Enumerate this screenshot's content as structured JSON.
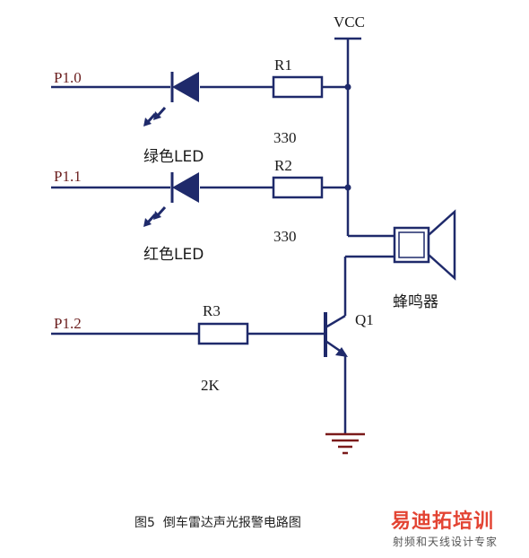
{
  "labels": {
    "vcc": "VCC",
    "p10": "P1.0",
    "p11": "P1.1",
    "p12": "P1.2",
    "r1": "R1",
    "r1_value": "330",
    "r2": "R2",
    "r2_value": "330",
    "r3": "R3",
    "r3_value": "2K",
    "q1": "Q1",
    "green_led": "绿色LED",
    "red_led": "红色LED",
    "buzzer": "蜂鸣器"
  },
  "caption": {
    "figure": "图5",
    "title": "倒车雷达声光报警电路图"
  },
  "watermark": {
    "title": "易迪拓培训",
    "subtitle": "射频和天线设计专家"
  },
  "colors": {
    "wire": "#1f2a6b",
    "pin_label": "#6b1f1f",
    "text": "#1a1a1a",
    "ground": "#7a1a1a",
    "watermark": "#e0301e"
  }
}
